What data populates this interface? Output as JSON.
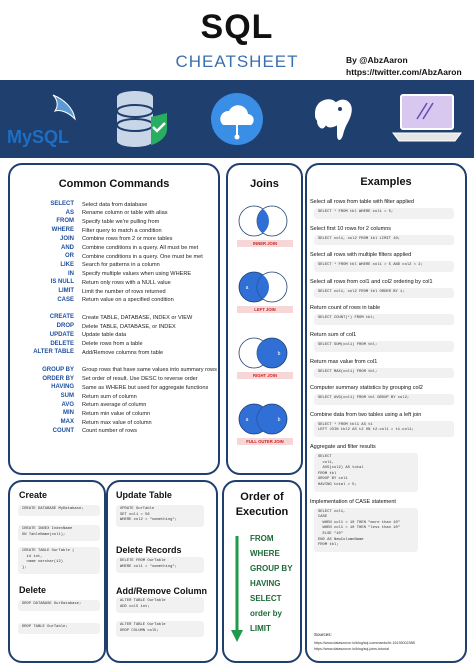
{
  "header": {
    "title": "SQL",
    "subtitle": "CHEATSHEET",
    "by": "By @AbzAaron",
    "link": "https://twitter.com/AbzAaron"
  },
  "banner": {
    "color": "#1f3f6e",
    "icons": [
      "mysql-logo-icon",
      "database-shield-icon",
      "cloud-database-icon",
      "postgresql-elephant-icon",
      "laptop-code-icon"
    ],
    "mysql_text": "MySQL"
  },
  "common": {
    "title": "Common Commands",
    "group1": [
      {
        "cmd": "SELECT",
        "desc": "Select data from database"
      },
      {
        "cmd": "AS",
        "desc": "Rename column or table with alias"
      },
      {
        "cmd": "FROM",
        "desc": "Specify table we're pulling from"
      },
      {
        "cmd": "WHERE",
        "desc": "Filter query to match a condition"
      },
      {
        "cmd": "JOIN",
        "desc": "Combine rows from 2 or more tables"
      },
      {
        "cmd": "AND",
        "desc": "Combine conditions in a query. All must be met"
      },
      {
        "cmd": "OR",
        "desc": "Combine conditions in a query. One must be met"
      },
      {
        "cmd": "LIKE",
        "desc": "Search for patterns in a column"
      },
      {
        "cmd": "IN",
        "desc": "Specify multiple values when using WHERE"
      },
      {
        "cmd": "IS NULL",
        "desc": "Return only rows with a NULL value"
      },
      {
        "cmd": "LIMIT",
        "desc": "Limit the number of rows returned"
      },
      {
        "cmd": "CASE",
        "desc": "Return value on a specified condition"
      }
    ],
    "group2": [
      {
        "cmd": "CREATE",
        "desc": "Create TABLE, DATABASE, INDEX or VIEW"
      },
      {
        "cmd": "DROP",
        "desc": "Delete TABLE, DATABASE, or INDEX"
      },
      {
        "cmd": "UPDATE",
        "desc": "Update table data"
      },
      {
        "cmd": "DELETE",
        "desc": "Delete rows from a table"
      },
      {
        "cmd": "ALTER TABLE",
        "desc": "Add/Remove columns from table"
      }
    ],
    "group3": [
      {
        "cmd": "GROUP BY",
        "desc": "Group rows that have same values into summary rows"
      },
      {
        "cmd": "ORDER BY",
        "desc": "Set order of result. Use DESC to reverse order"
      },
      {
        "cmd": "HAVING",
        "desc": "Same as WHERE but used for aggregate functions"
      },
      {
        "cmd": "SUM",
        "desc": "Return sum of column"
      },
      {
        "cmd": "AVG",
        "desc": "Return average of column"
      },
      {
        "cmd": "MIN",
        "desc": "Return min value of column"
      },
      {
        "cmd": "MAX",
        "desc": "Return max value of column"
      },
      {
        "cmd": "COUNT",
        "desc": "Count number of rows"
      }
    ]
  },
  "joins": {
    "title": "Joins",
    "items": [
      {
        "caption": "INNER JOIN",
        "fill": "inner"
      },
      {
        "caption": "LEFT JOIN",
        "fill": "left"
      },
      {
        "caption": "RIGHT JOIN",
        "fill": "right"
      },
      {
        "caption": "FULL OUTER JOIN",
        "fill": "full"
      }
    ],
    "a_label": "a",
    "b_label": "b",
    "fill_color": "#2f6fd6"
  },
  "examples": {
    "title": "Examples",
    "items": [
      {
        "label": "Select all rows from table with filter applied",
        "code": [
          "SELECT * FROM tbl WHERE col1 = 5;"
        ]
      },
      {
        "label": "Select first 10 rows for 2 columns",
        "code": [
          "SELECT col1, col2 FROM tbl LIMIT 10;"
        ]
      },
      {
        "label": "Select all rows with multiple filters applied",
        "code": [
          "SELECT * FROM tbl WHERE col1 > 5 AND col2 < 2;"
        ]
      },
      {
        "label": "Select all rows from col1 and col2 ordering by col1",
        "code": [
          "SELECT col1, col2 FROM tbl ORDER BY 1;"
        ]
      },
      {
        "label": "Return count of rows in table",
        "code": [
          "SELECT COUNT(*) FROM tbl;"
        ]
      },
      {
        "label": "Return sum of col1",
        "code": [
          "SELECT SUM(col1) FROM tbl;"
        ]
      },
      {
        "label": "Return max value from col1",
        "code": [
          "SELECT MAX(col1) FROM tbl;"
        ]
      },
      {
        "label": "Computer summary statistics by grouping col2",
        "code": [
          "SELECT AVG(col1) FROM tbl GROUP BY col2;"
        ]
      },
      {
        "label": "Combine data from two tables using a left join",
        "code": [
          "SELECT * FROM tbl1 AS t1",
          "LEFT JOIN tbl2 AS t2 ON t2.col1 = t1.col1;"
        ]
      },
      {
        "label": "Aggregate and filter results",
        "code": [
          "SELECT",
          "  col1,",
          "  AVG(col2) AS total",
          "FROM tbl",
          "GROUP BY col1",
          "HAVING total > 5;"
        ]
      },
      {
        "label": "Implementation of CASE statement",
        "code": [
          "SELECT col1,",
          "CASE",
          "  WHEN col1 > 10 THEN \"more than 10\"",
          "  WHEN col1 < 10 THEN \"less than 10\"",
          "  ELSE \"10\"",
          "END AS NewColumnName",
          "FROM tbl;"
        ]
      }
    ],
    "sources_label": "Sources:",
    "sources": [
      "https://www.datasource.io/blog/sql-commands/#r-1613500238B",
      "https://www.datasource.io/blog/sql-joins-tutorial"
    ]
  },
  "create": {
    "title": "Create",
    "code1": [
      "CREATE DATABASE MyDatabase;"
    ],
    "code2": [
      "CREATE INDEX IndexName",
      "ON TableName(col1);"
    ],
    "code3": [
      "CREATE TABLE OurTable (",
      "  id int,",
      "  name varchar(12)",
      "};"
    ]
  },
  "delete": {
    "title": "Delete",
    "code1": [
      "DROP DATABASE OurDatabase;"
    ],
    "code2": [
      "DROP TABLE OurTable;"
    ]
  },
  "update_table": {
    "title": "Update Table",
    "code": [
      "UPDATE OurTable",
      "SET col1 = 56",
      "WHERE col2 = \"something\";"
    ]
  },
  "delete_records": {
    "title": "Delete Records",
    "code": [
      "DELETE FROM OurTable",
      "WHERE col1 = \"something\";"
    ]
  },
  "add_remove": {
    "title": "Add/Remove Column",
    "code1": [
      "ALTER TABLE OurTable",
      "ADD col5 int;"
    ],
    "code2": [
      "ALTER TABLE OurTable",
      "DROP COLUMN col5;"
    ]
  },
  "execution": {
    "title_line1": "Order of",
    "title_line2": "Execution",
    "steps": [
      "FROM",
      "WHERE",
      "GROUP BY",
      "HAVING",
      "SELECT",
      "order by",
      "LIMIT"
    ],
    "arrow_color": "#1f9a4a"
  }
}
